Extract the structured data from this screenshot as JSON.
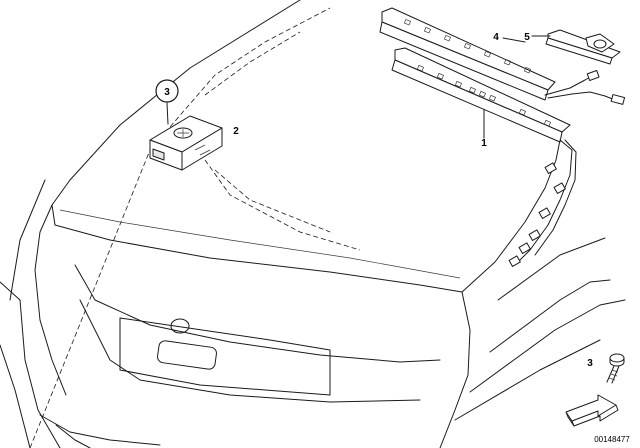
{
  "diagram": {
    "callouts": {
      "part1": "1",
      "part2": "2",
      "part3_circled": "3",
      "part3_screw": "3",
      "part4": "4",
      "part5": "5"
    },
    "reference_number": "00148477"
  }
}
